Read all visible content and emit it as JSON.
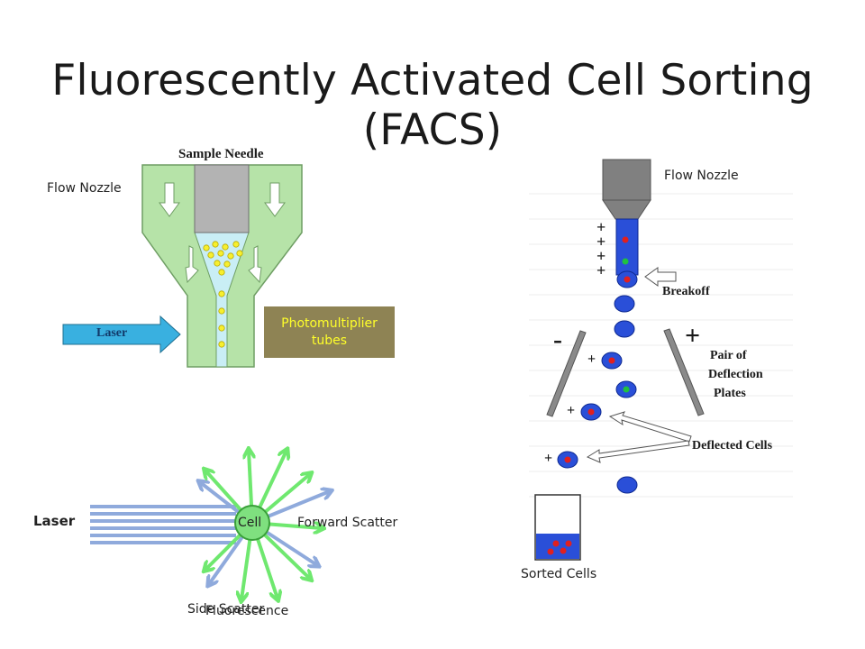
{
  "slide": {
    "title": "Fluorescently Activated Cell Sorting (FACS)"
  },
  "nozzle_diagram": {
    "sample_needle_label": "Sample Needle",
    "flow_nozzle_label": "Flow Nozzle",
    "laser_label": "Laser",
    "pmt_label": "Photomultiplier tubes",
    "colors": {
      "nozzle_body": "#b6e3a8",
      "needle": "#b3b3b3",
      "laser_arrow": "#39b0e0",
      "cell": "#f7ef2e",
      "pmt_box": "#8e8354",
      "pmt_text": "#ffff2a"
    }
  },
  "scatter_diagram": {
    "laser_label": "Laser",
    "cell_label": "Cell",
    "forward_scatter_label": "Forward Scatter",
    "side_scatter_label": "Side Scatter",
    "fluorescence_label": "Fluorescence",
    "colors": {
      "laser_beam": "#8faadc",
      "fluorescence_arrows": "#6fe86f",
      "side_scatter_arrows": "#8faadc",
      "cell": "#7fe07f"
    }
  },
  "sorter_diagram": {
    "flow_nozzle_label": "Flow Nozzle",
    "breakoff_label": "Breakoff",
    "deflection_plates_label_line1": "Pair of",
    "deflection_plates_label_line2": "Deflection",
    "deflection_plates_label_line3": "Plates",
    "deflected_cells_label": "Deflected Cells",
    "sorted_cells_label": "Sorted Cells",
    "charge_symbols": [
      "+",
      "+",
      "+",
      "+"
    ],
    "plate_negative": "-",
    "plate_positive": "+",
    "droplet_charges": [
      "+",
      "+",
      "+",
      "+"
    ],
    "colors": {
      "droplet": "#2a4fd8",
      "stream": "#2a4fd8",
      "red_cell": "#e02020",
      "green_cell": "#20c040",
      "plate": "#8a8a8a"
    }
  }
}
